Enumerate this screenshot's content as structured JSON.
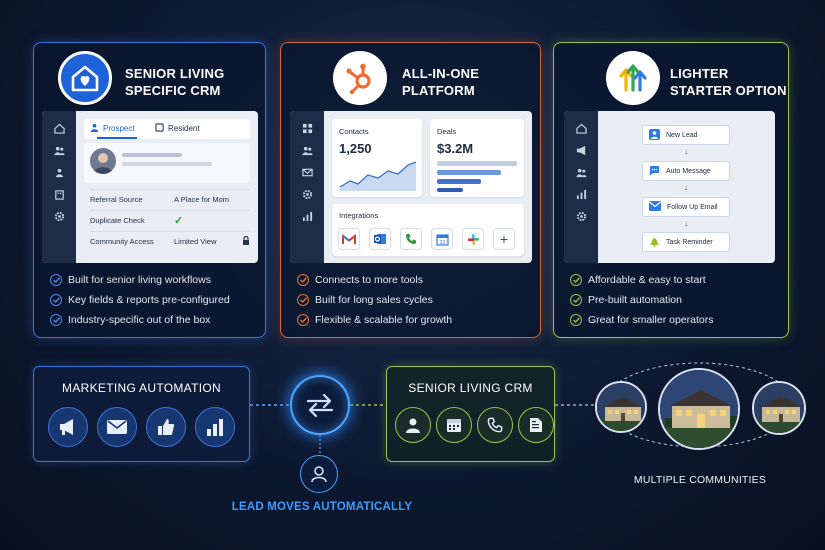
{
  "cards": [
    {
      "title_line1": "SENIOR LIVING",
      "title_line2": "SPECIFIC CRM",
      "tabs": [
        "Prospect",
        "Resident"
      ],
      "rows": [
        {
          "label": "Referral Source",
          "value": "A Place for Mom"
        },
        {
          "label": "Duplicate Check",
          "value": "✓"
        },
        {
          "label": "Community Access",
          "value": "Limited View"
        }
      ],
      "bullets": [
        "Built for senior living workflows",
        "Key fields & reports pre-configured",
        "Industry-specific out of the box"
      ],
      "accent": "#3f74d8"
    },
    {
      "title_line1": "ALL-IN-ONE",
      "title_line2": "PLATFORM",
      "contacts_label": "Contacts",
      "contacts_value": "1,250",
      "deals_label": "Deals",
      "deals_value": "$3.2M",
      "integrations_label": "Integrations",
      "bullets": [
        "Connects to more tools",
        "Built for long sales cycles",
        "Flexible & scalable for growth"
      ],
      "accent": "#e8743c"
    },
    {
      "title_line1": "LIGHTER",
      "title_line2": "STARTER OPTION",
      "flow": [
        "New Lead",
        "Auto Message",
        "Follow Up Email",
        "Task Reminder"
      ],
      "bullets": [
        "Affordable & easy to start",
        "Pre-built automation",
        "Great for smaller operators"
      ],
      "accent": "#9cc44a"
    }
  ],
  "bottom": {
    "marketing_title": "MARKETING AUTOMATION",
    "crm_title": "SENIOR LIVING CRM",
    "lead_label": "LEAD MOVES AUTOMATICALLY",
    "communities_label": "MULTIPLE COMMUNITIES"
  }
}
